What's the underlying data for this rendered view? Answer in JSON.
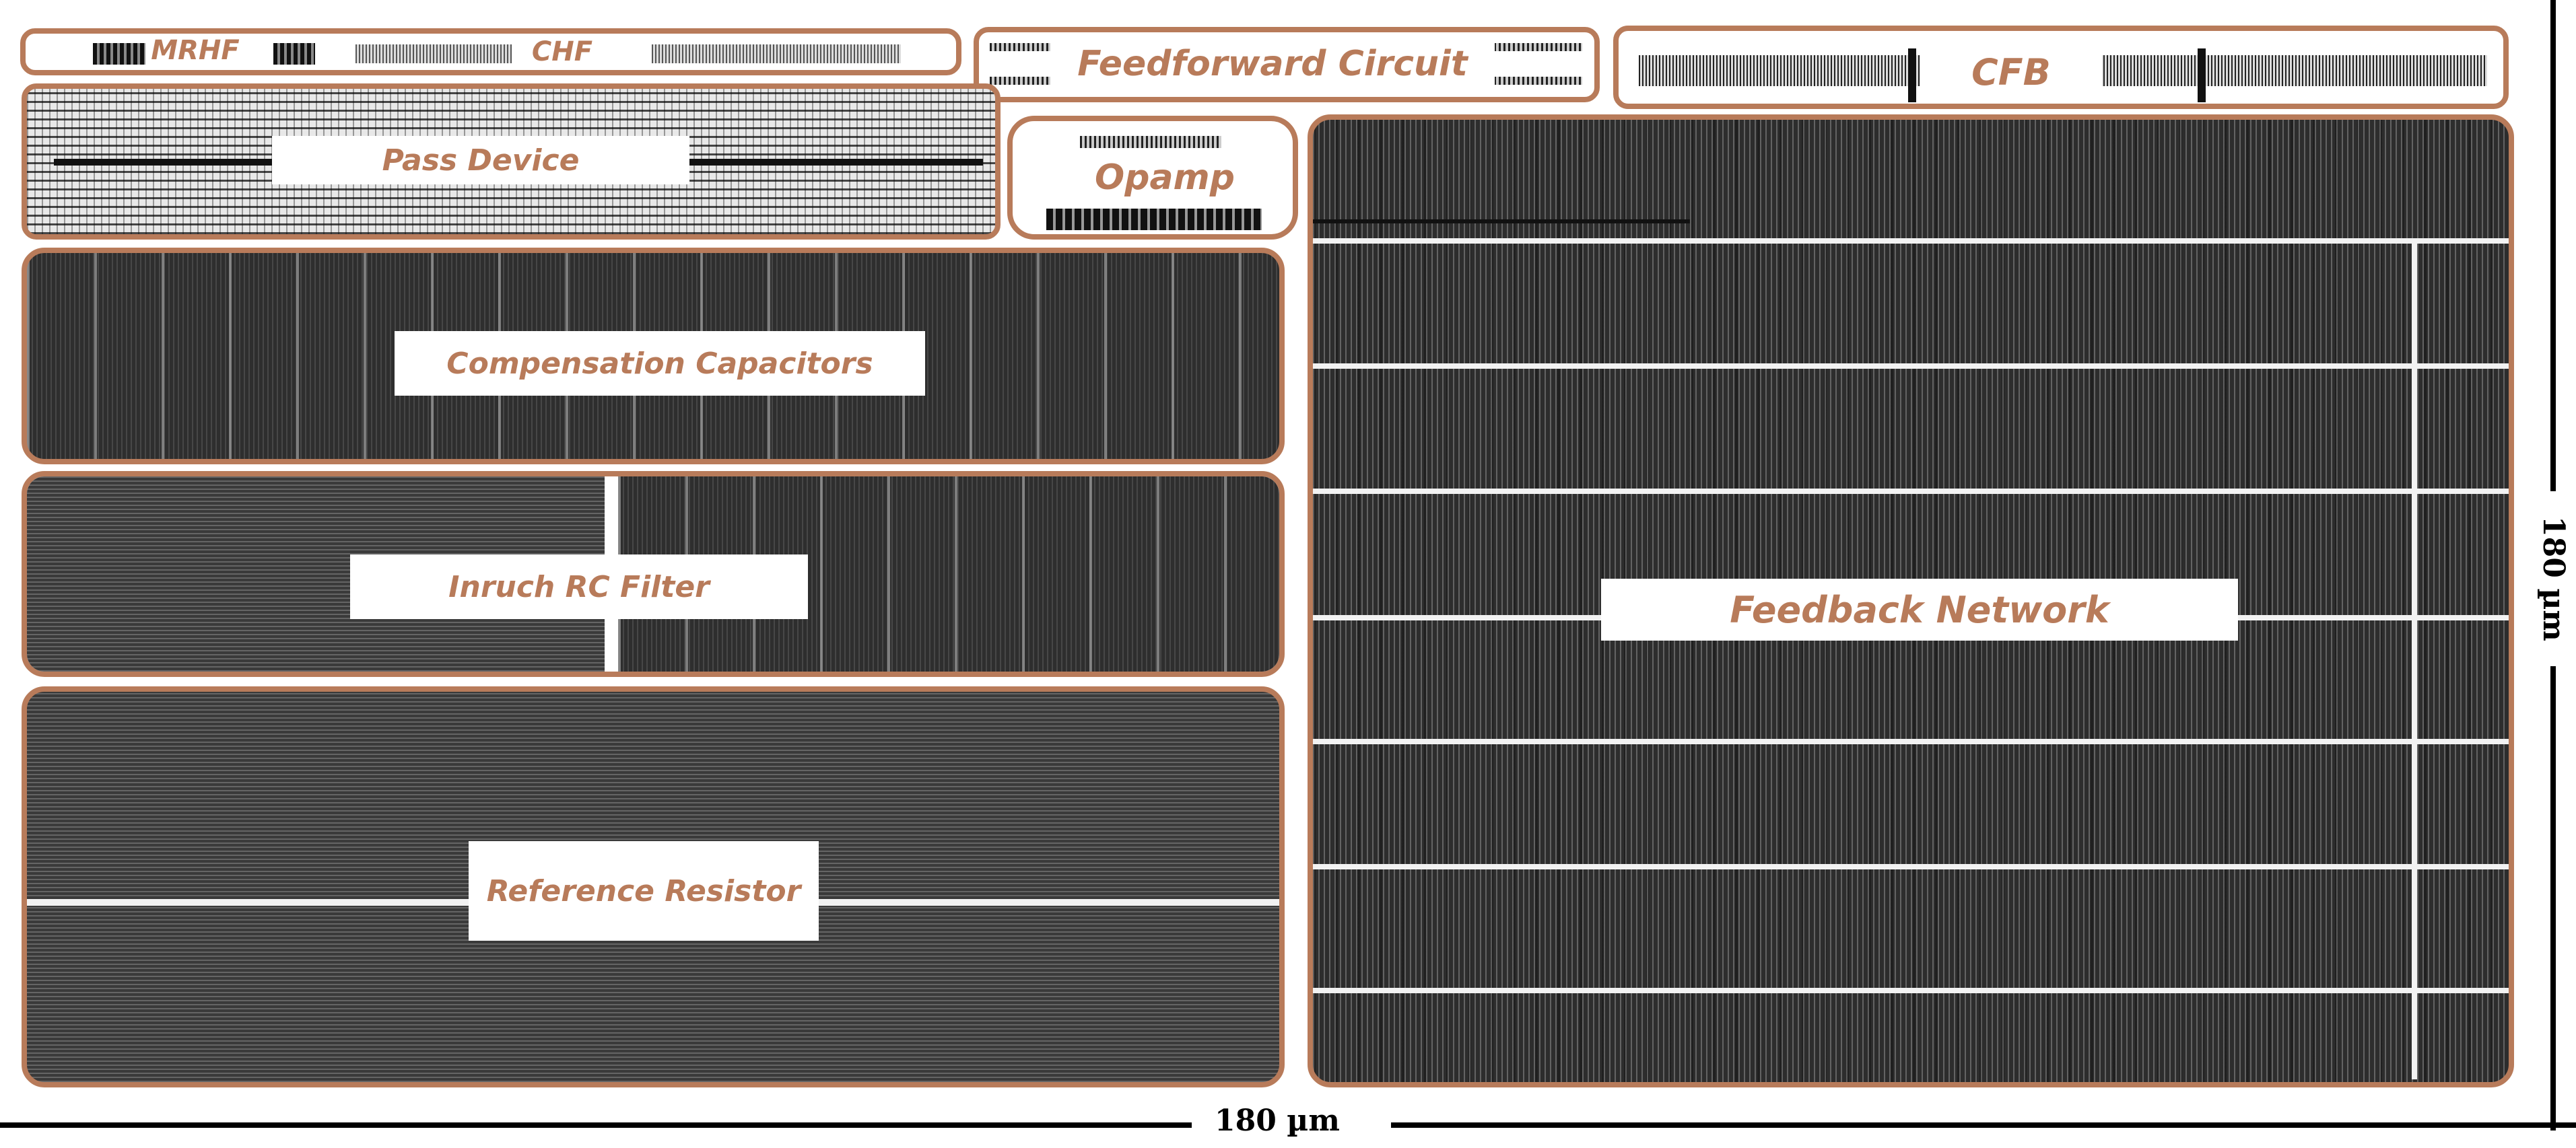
{
  "blocks": {
    "mrhf": "MRHF",
    "chf": "CHF",
    "feedforward": "Feedforward Circuit",
    "cfb": "CFB",
    "pass_device": "Pass Device",
    "opamp": "Opamp",
    "compensation": "Compensation Capacitors",
    "inrush": "Inruch RC Filter",
    "reference": "Reference Resistor",
    "feedback": "Feedback Network"
  },
  "dimensions": {
    "horizontal": "180 µm",
    "vertical": "180 µm"
  },
  "colors": {
    "outline": "#b87b5a",
    "label_text": "#b87b5a"
  }
}
